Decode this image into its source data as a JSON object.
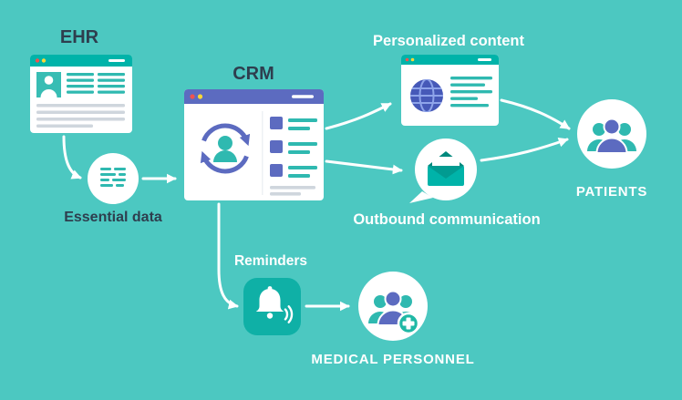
{
  "colors": {
    "background": "#4cc8c1",
    "teal_accent": "#00b3a9",
    "teal_icon": "#2fb9b0",
    "purple_accent": "#5c6bc0",
    "globe_blue": "#4659b8",
    "dark_text": "#2e3e4e",
    "white": "#ffffff",
    "red_dot": "#ef5350",
    "yellow_dot": "#fdd835",
    "gray_line": "#cfd6dd",
    "bell_tile": "#0fb0a6",
    "envelope_flap": "#00897d"
  },
  "diagram": {
    "nodes": {
      "ehr": {
        "label": "EHR",
        "icon": "ehr-browser-window"
      },
      "essential_data": {
        "label": "Essential data",
        "icon": "document-lines"
      },
      "crm": {
        "label": "CRM",
        "icon": "crm-browser-window-sync-user"
      },
      "personalized_content": {
        "label": "Personalized content",
        "icon": "browser-window-globe"
      },
      "outbound_communication": {
        "label": "Outbound communication",
        "icon": "envelope-speech-bubble"
      },
      "patients": {
        "label": "PATIENTS",
        "icon": "people-group"
      },
      "reminders": {
        "label": "Reminders",
        "icon": "bell-notification"
      },
      "medical_personnel": {
        "label": "MEDICAL PERSONNEL",
        "icon": "people-group-medical-cross"
      }
    },
    "edges": [
      {
        "from": "ehr",
        "to": "essential_data"
      },
      {
        "from": "essential_data",
        "to": "crm"
      },
      {
        "from": "crm",
        "to": "personalized_content"
      },
      {
        "from": "crm",
        "to": "outbound_communication"
      },
      {
        "from": "crm",
        "to": "reminders"
      },
      {
        "from": "personalized_content",
        "to": "patients"
      },
      {
        "from": "outbound_communication",
        "to": "patients"
      },
      {
        "from": "reminders",
        "to": "medical_personnel"
      }
    ]
  }
}
